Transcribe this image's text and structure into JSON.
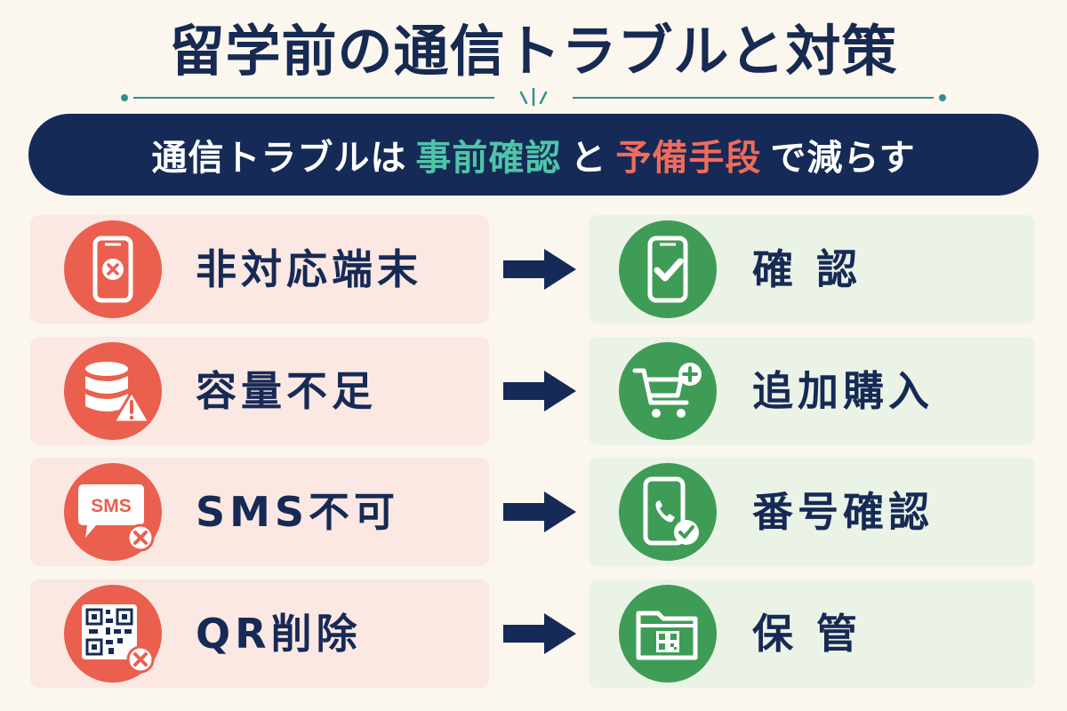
{
  "title": "留学前の通信トラブルと対策",
  "banner": {
    "part1": "通信トラブルは",
    "highlight1": "事前確認",
    "connector": "と",
    "highlight2": "予備手段",
    "part2": "で減らす"
  },
  "colors": {
    "navy": "#152a56",
    "coral": "#ea5f4e",
    "green": "#3f9c56",
    "teal": "#4fc4a8",
    "problem_bg": "#fbe8e2",
    "solution_bg": "#eaf3e6",
    "page_bg": "#fbf6ee"
  },
  "rows": [
    {
      "problem": "非対応端末",
      "problem_icon": "phone-x-icon",
      "solution": "確 認",
      "solution_icon": "phone-check-icon"
    },
    {
      "problem": "容量不足",
      "problem_icon": "database-warning-icon",
      "solution": "追加購入",
      "solution_icon": "cart-plus-icon"
    },
    {
      "problem": "SMS不可",
      "problem_icon": "sms-x-icon",
      "problem_icon_text": "SMS",
      "solution": "番号確認",
      "solution_icon": "phone-call-check-icon"
    },
    {
      "problem": "QR削除",
      "problem_icon": "qr-x-icon",
      "solution": "保 管",
      "solution_icon": "folder-qr-icon"
    }
  ]
}
